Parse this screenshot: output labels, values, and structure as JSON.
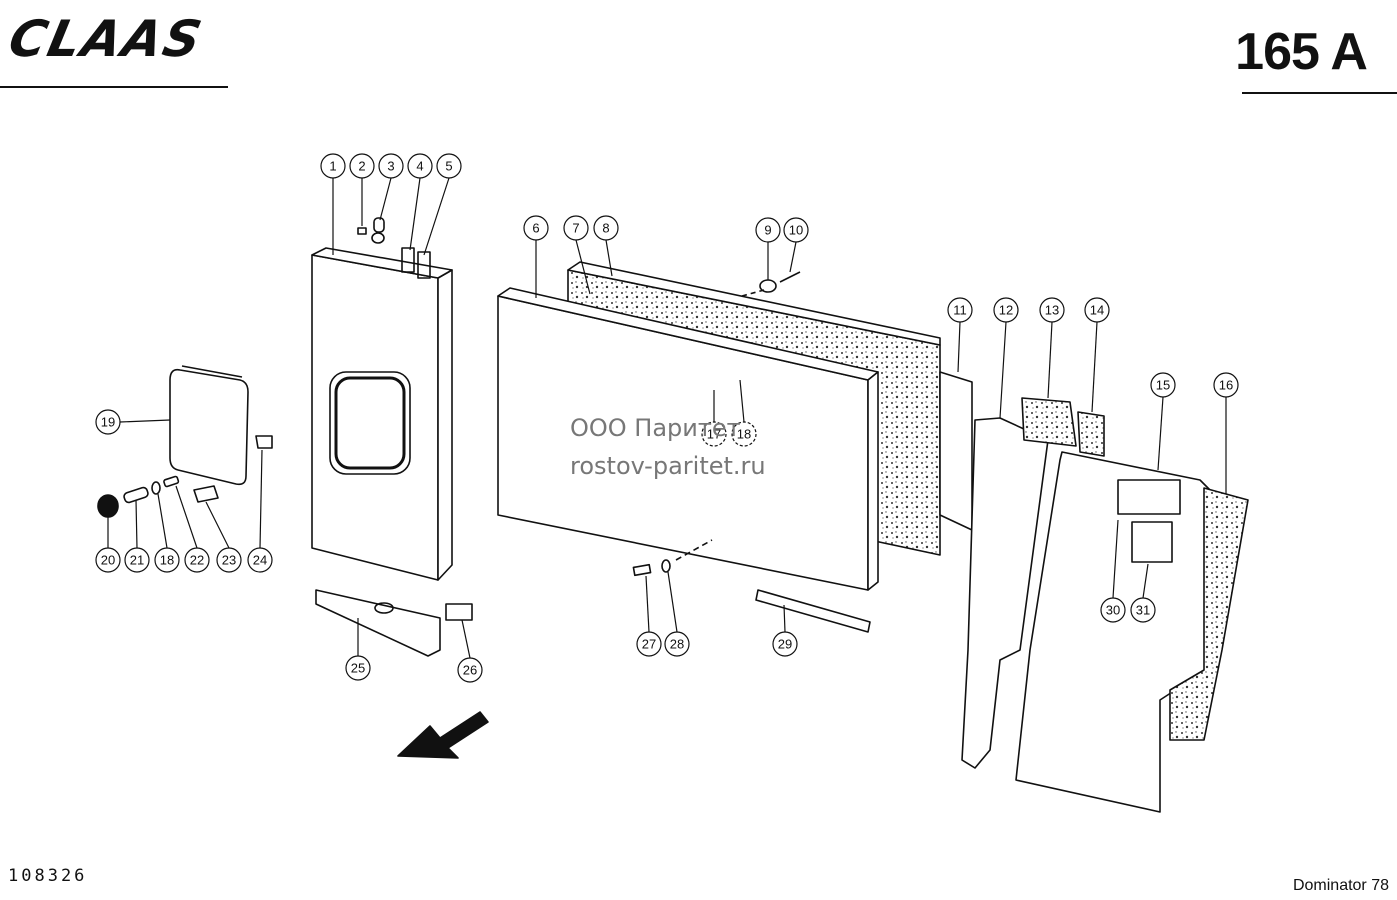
{
  "header": {
    "logo_text": "CLAAS",
    "page_number": "165 A"
  },
  "footer": {
    "drawing_number": "108326",
    "model": "Dominator 78"
  },
  "watermark": {
    "line1": "ООО Паритет",
    "line2": "rostov-paritet.ru"
  },
  "callouts": [
    "1",
    "2",
    "3",
    "4",
    "5",
    "6",
    "7",
    "8",
    "9",
    "10",
    "11",
    "12",
    "13",
    "14",
    "15",
    "16",
    "17",
    "18",
    "19",
    "20",
    "21",
    "18",
    "22",
    "23",
    "24",
    "25",
    "26",
    "27",
    "28",
    "29",
    "30",
    "31"
  ],
  "hidden_callouts": [
    "17",
    "18"
  ]
}
